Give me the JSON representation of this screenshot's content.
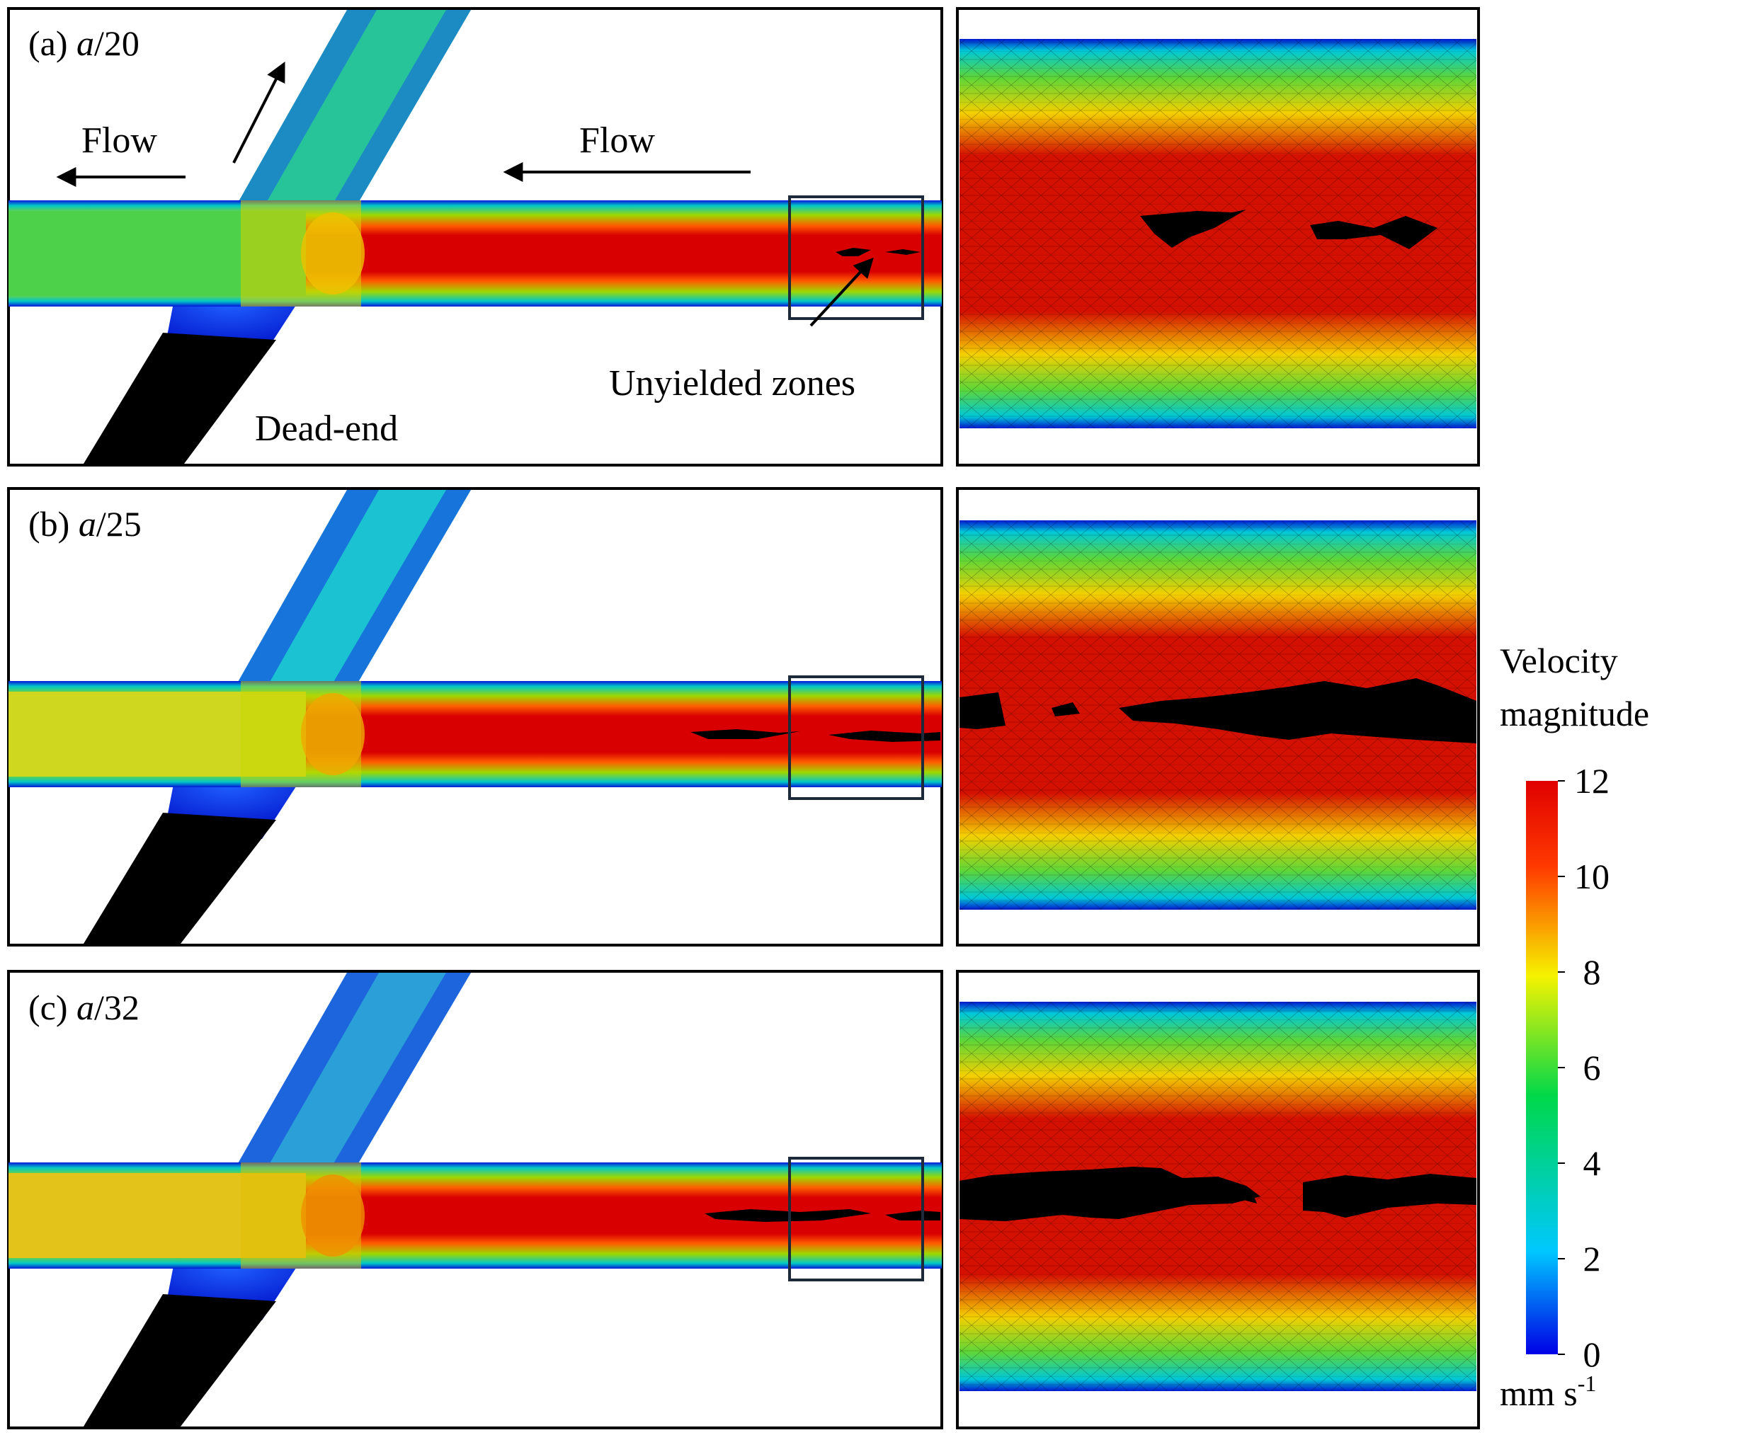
{
  "panels": [
    {
      "id": "a",
      "label_prefix": "(a) ",
      "label_var": "a",
      "label_suffix": "/20",
      "inlet_color": "#4ed14a",
      "branch_color": "#27c49a"
    },
    {
      "id": "b",
      "label_prefix": "(b) ",
      "label_var": "a",
      "label_suffix": "/25",
      "inlet_color": "#cfd71f",
      "branch_color": "#1bc3d2"
    },
    {
      "id": "c",
      "label_prefix": "(c) ",
      "label_var": "a",
      "label_suffix": "/32",
      "inlet_color": "#e3c21a",
      "branch_color": "#2a9fd8"
    }
  ],
  "annotations": {
    "flow_left": "Flow",
    "flow_right": "Flow",
    "unyielded": "Unyielded zones",
    "dead_end": "Dead-end"
  },
  "colorbar": {
    "title_line1": "Velocity",
    "title_line2": "magnitude",
    "unit_base": "mm s",
    "unit_exp": "-1",
    "ticks": [
      "12",
      "10",
      "8",
      "6",
      "4",
      "2",
      "0"
    ],
    "min": 0,
    "max": 12,
    "colors": [
      "#0000e6",
      "#00c8ff",
      "#00d84a",
      "#f6f200",
      "#ff3a00",
      "#e00000"
    ]
  }
}
